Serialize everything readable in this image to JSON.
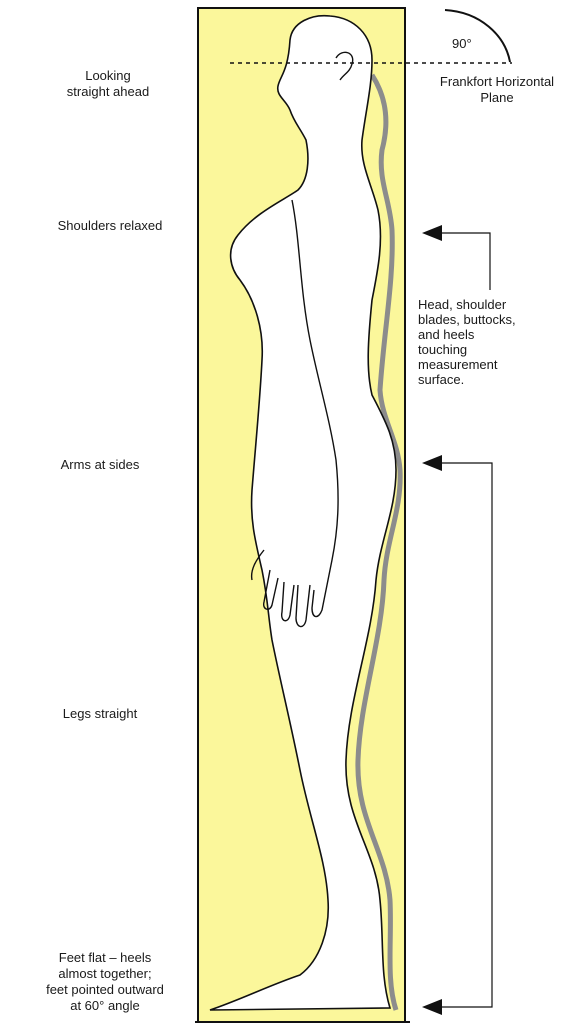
{
  "labels": {
    "looking": "Looking\nstraight ahead",
    "shoulders": "Shoulders relaxed",
    "arms": "Arms at sides",
    "legs": "Legs straight",
    "feet": "Feet flat – heels\nalmost together;\nfeet pointed outward\nat 60° angle"
  },
  "right": {
    "angle": "90°",
    "frankfort": "Frankfort Horizontal\nPlane",
    "contact_note": "Head, shoulder\nblades, buttocks,\nand heels\ntouching\nmeasurement\nsurface."
  },
  "colors": {
    "panel": "#fbf79b",
    "outline": "#111111",
    "shadow": "#8c8c8c"
  }
}
